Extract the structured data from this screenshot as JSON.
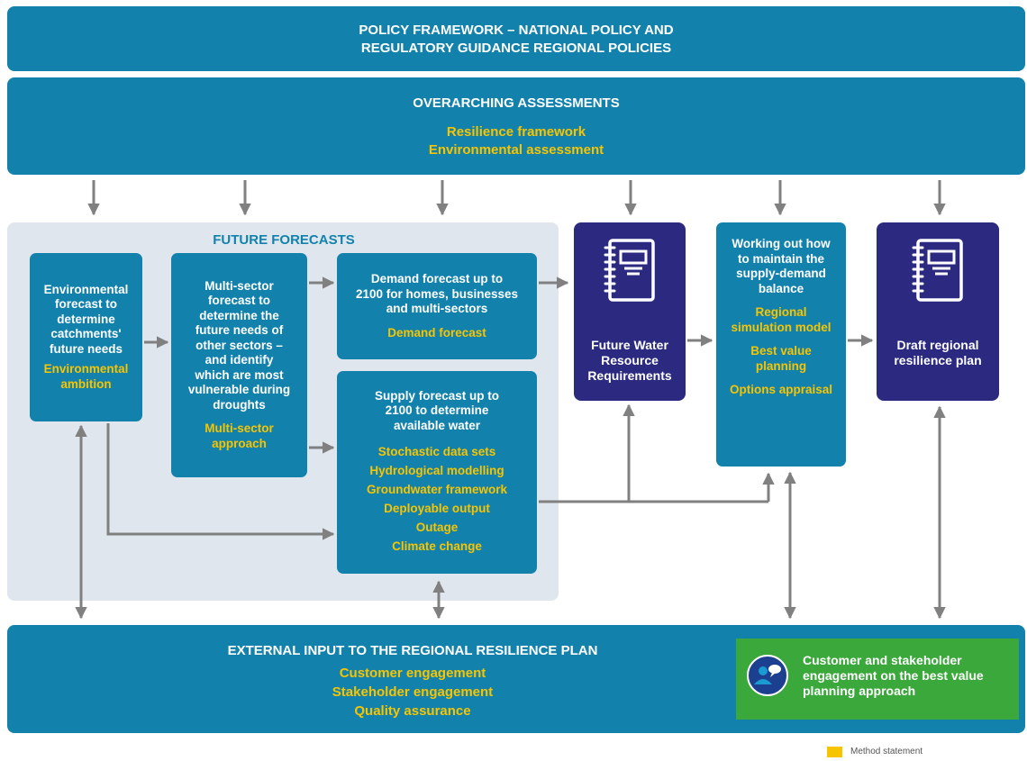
{
  "policy_band": {
    "line1": "POLICY FRAMEWORK – NATIONAL POLICY AND",
    "line2": "REGULATORY GUIDANCE REGIONAL POLICIES"
  },
  "assessments_band": {
    "title": "OVERARCHING ASSESSMENTS",
    "items": [
      "Resilience framework",
      "Environmental assessment"
    ]
  },
  "future_forecasts": {
    "label": "FUTURE FORECASTS"
  },
  "environmental_box": {
    "lines": [
      "Environmental",
      "forecast to",
      "determine",
      "catchments'",
      "future needs"
    ],
    "method": [
      "Environmental",
      "ambition"
    ]
  },
  "multisector_box": {
    "lines": [
      "Multi-sector",
      "forecast to",
      "determine the",
      "future needs of",
      "other sectors –",
      "and identify",
      "which are most",
      "vulnerable during",
      "droughts"
    ],
    "method": [
      "Multi-sector",
      "approach"
    ]
  },
  "demand_box": {
    "lines": [
      "Demand forecast up to",
      "2100 for homes, businesses",
      "and multi-sectors"
    ],
    "method": [
      "Demand forecast"
    ]
  },
  "supply_box": {
    "lines": [
      "Supply forecast up to",
      "2100 to determine",
      "available water"
    ],
    "method": [
      "Stochastic data sets",
      "Hydrological modelling",
      "Groundwater framework",
      "Deployable output",
      "Outage",
      "Climate change"
    ]
  },
  "fwrr_box": {
    "lines": [
      "Future Water",
      "Resource",
      "Requirements"
    ],
    "icon": "notebook-icon"
  },
  "balance_box": {
    "lines": [
      "Working out how",
      "to maintain the",
      "supply-demand",
      "balance"
    ],
    "method": [
      "Regional",
      "simulation model"
    ],
    "method2": [
      "Best value",
      "planning"
    ],
    "method3": [
      "Options appraisal"
    ]
  },
  "draft_box": {
    "lines": [
      "Draft regional",
      "resilience plan"
    ],
    "icon": "notebook-icon"
  },
  "external_band": {
    "title": "EXTERNAL INPUT TO THE REGIONAL RESILIENCE PLAN",
    "items": [
      "Customer engagement",
      "Stakeholder engagement",
      "Quality assurance"
    ]
  },
  "engagement_box": {
    "lines": [
      "Customer and stakeholder",
      "engagement on the best value",
      "planning approach"
    ],
    "icon": "people-speech-icon"
  },
  "legend": {
    "label": "Method statement",
    "color": "#f7c400"
  },
  "colors": {
    "teal": "#1282ad",
    "navy": "#2b2a80",
    "panel": "#dfe6ee",
    "method_yellow": "#f7c400",
    "green": "#3aa83a",
    "arrow": "#808080"
  }
}
